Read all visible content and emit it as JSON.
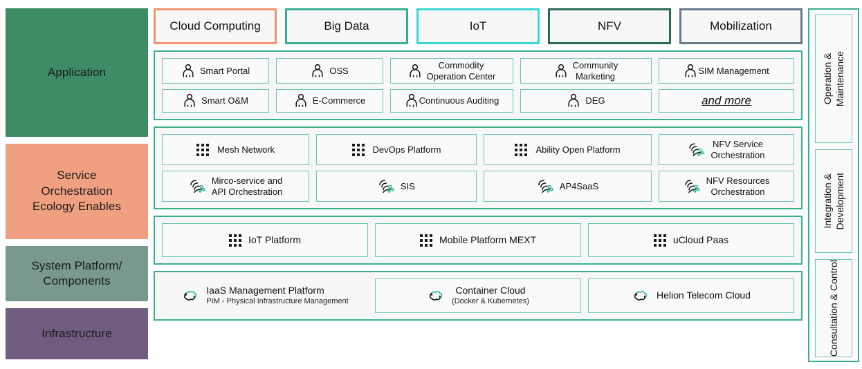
{
  "layers": [
    {
      "id": "application",
      "label": "Application",
      "color": "#3d8c66"
    },
    {
      "id": "service",
      "label": "Service\nOrchestration\nEcology Enables",
      "color": "#f0a080"
    },
    {
      "id": "system",
      "label": "System Platform/\nComponents",
      "color": "#7a998e"
    },
    {
      "id": "infrastructure",
      "label": "Infrastructure",
      "color": "#6f5c7e"
    }
  ],
  "layer_labels": {
    "application": "Application",
    "service_l1": "Service",
    "service_l2": "Orchestration",
    "service_l3": "Ecology Enables",
    "system_l1": "System Platform/",
    "system_l2": "Components",
    "infrastructure": "Infrastructure"
  },
  "tabs": [
    {
      "label": "Cloud Computing",
      "color": "#ef9572"
    },
    {
      "label": "Big Data",
      "color": "#3aaf90"
    },
    {
      "label": "IoT",
      "color": "#3ad8cf"
    },
    {
      "label": "NFV",
      "color": "#2a6b52"
    },
    {
      "label": "Mobilization",
      "color": "#68798c"
    }
  ],
  "application_items": {
    "row1": [
      {
        "label": "Smart Portal",
        "icon": "person-icon"
      },
      {
        "label": "OSS",
        "icon": "person-icon"
      },
      {
        "label": "Commodity\nOperation Center",
        "icon": "person-icon"
      },
      {
        "label": "Community\nMarketing",
        "icon": "person-icon"
      },
      {
        "label": "SIM Management",
        "icon": "person-icon"
      }
    ],
    "row2": [
      {
        "label": "Smart O&M",
        "icon": "person-icon"
      },
      {
        "label": "E-Commerce",
        "icon": "person-icon"
      },
      {
        "label": "Continuous Auditing",
        "icon": "person-icon"
      },
      {
        "label": "DEG",
        "icon": "person-icon"
      },
      {
        "label": "and more",
        "icon": "none"
      }
    ]
  },
  "service_items": {
    "row1": [
      {
        "label": "Mesh Network",
        "icon": "grid-icon"
      },
      {
        "label": "DevOps Platform",
        "icon": "grid-icon"
      },
      {
        "label": "Ability Open Platform",
        "icon": "grid-icon"
      },
      {
        "label": "NFV Service\nOrchestration",
        "icon": "orchestration-icon"
      }
    ],
    "row2": [
      {
        "label": "Mirco-service and\nAPI Orchestration",
        "icon": "orchestration-icon"
      },
      {
        "label": "SIS",
        "icon": "orchestration-icon"
      },
      {
        "label": "AP4SaaS",
        "icon": "orchestration-icon"
      },
      {
        "label": "NFV Resources\nOrchestration",
        "icon": "orchestration-icon"
      }
    ]
  },
  "system_items": [
    {
      "label": "IoT Platform",
      "icon": "grid-icon"
    },
    {
      "label": "Mobile Platform MEXT",
      "icon": "grid-icon"
    },
    {
      "label": "uCloud Paas",
      "icon": "grid-icon"
    }
  ],
  "infrastructure_items": [
    {
      "title": "IaaS Management Platform",
      "subtitle": "PIM - Physical Infrastructure Management",
      "icon": "cloud-icon",
      "bordered": false
    },
    {
      "title": "Container Cloud",
      "subtitle": "(Docker & Kubernetes)",
      "icon": "cloud-icon",
      "bordered": true
    },
    {
      "title": "Helion Telecom Cloud",
      "subtitle": "",
      "icon": "cloud-icon",
      "bordered": true
    }
  ],
  "side_column": [
    {
      "label": "Operation &\nMaintenance"
    },
    {
      "label": "Integration &\nDevelopment"
    },
    {
      "label": "Consultation & Control"
    }
  ],
  "colors": {
    "teal_border": "#3aaf90",
    "cell_border": "#6ec5ad",
    "icon_green": "#28b582",
    "panel_bg": "#f7f7f7"
  }
}
